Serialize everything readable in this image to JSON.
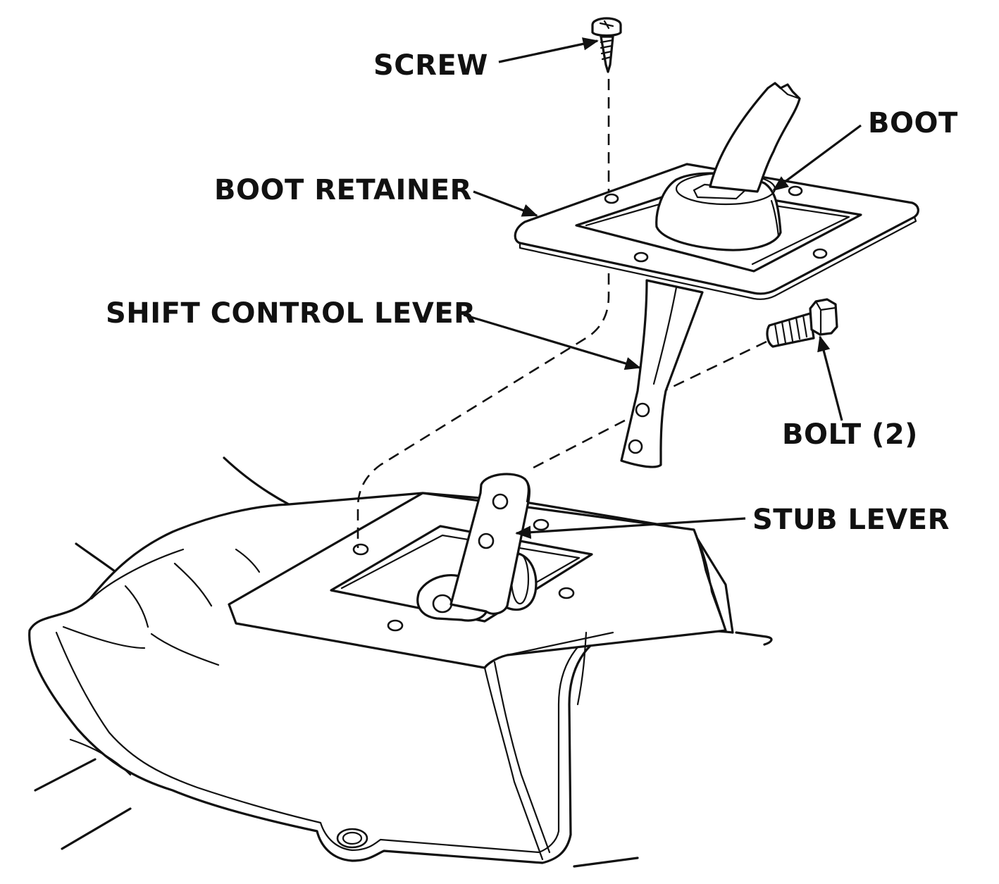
{
  "labels": {
    "screw": "SCREW",
    "boot": "BOOT",
    "boot_retainer": "BOOT RETAINER",
    "shift_control_lever": "SHIFT CONTROL LEVER",
    "bolt": "BOLT (2)",
    "stub_lever": "STUB LEVER"
  }
}
